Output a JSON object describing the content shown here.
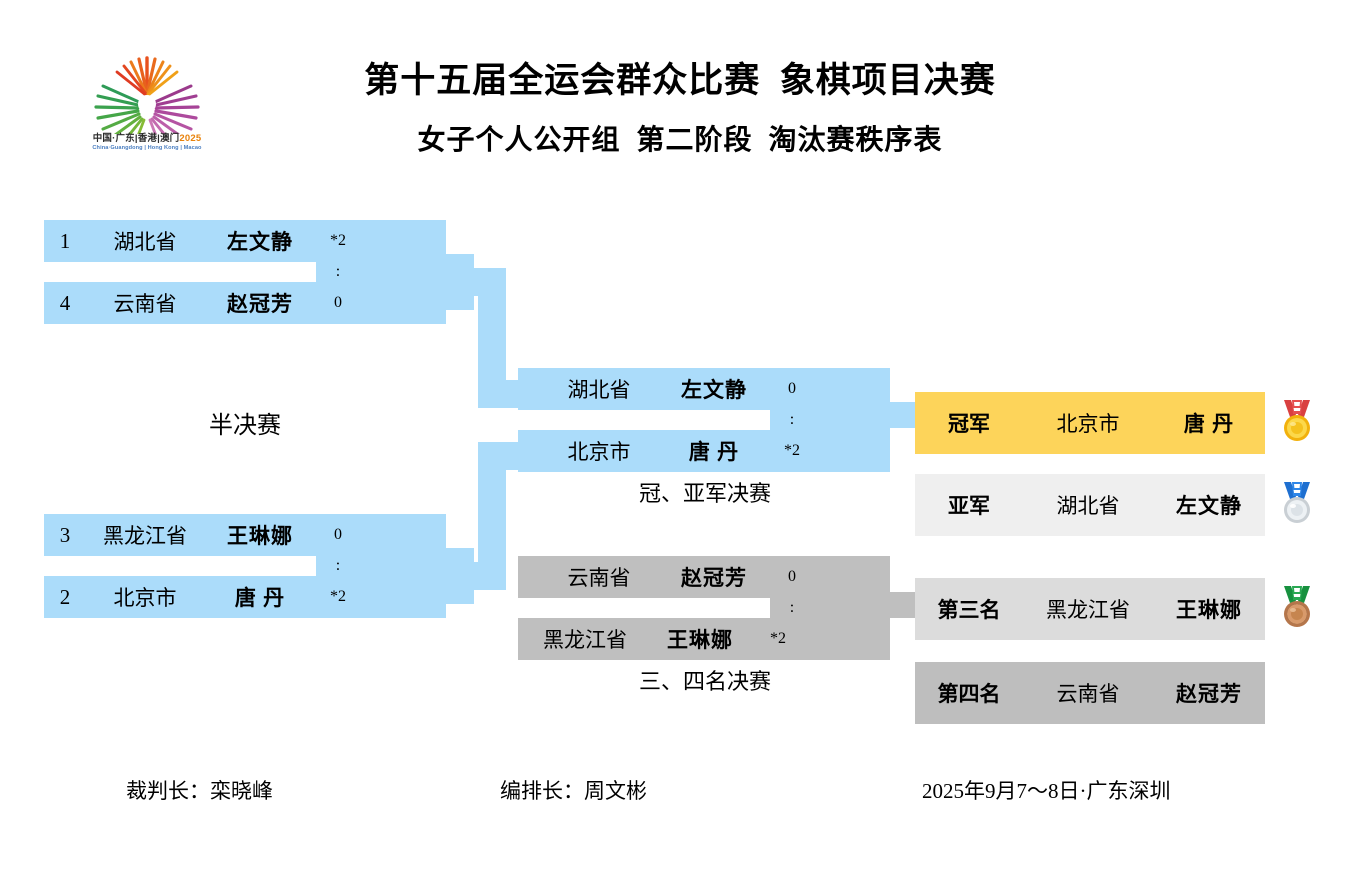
{
  "header": {
    "title_main": "第十五届全运会群众比赛  象棋项目决赛",
    "title_sub": "女子个人公开组  第二阶段  淘汰赛秩序表",
    "logo": {
      "name": "games-emblem-logo",
      "text_cn": "中国·广东|香港|澳门",
      "year": "2025",
      "text_en": "China·Guangdong | Hong Kong | Macao"
    }
  },
  "stage_labels": {
    "semifinal": "半决赛",
    "final": "冠、亚军决赛",
    "third_place": "三、四名决赛"
  },
  "semifinals": [
    {
      "top": {
        "seed": "1",
        "team": "湖北省",
        "player": "左文静",
        "score": "*2"
      },
      "bottom": {
        "seed": "4",
        "team": "云南省",
        "player": "赵冠芳",
        "score": "0"
      },
      "separator": ":"
    },
    {
      "top": {
        "seed": "3",
        "team": "黑龙江省",
        "player": "王琳娜",
        "score": "0"
      },
      "bottom": {
        "seed": "2",
        "team": "北京市",
        "player": "唐  丹",
        "score": "*2"
      },
      "separator": ":"
    }
  ],
  "final_match": {
    "top": {
      "team": "湖北省",
      "player": "左文静",
      "score": "0"
    },
    "bottom": {
      "team": "北京市",
      "player": "唐  丹",
      "score": "*2"
    },
    "separator": ":"
  },
  "third_place_match": {
    "top": {
      "team": "云南省",
      "player": "赵冠芳",
      "score": "0"
    },
    "bottom": {
      "team": "黑龙江省",
      "player": "王琳娜",
      "score": "*2"
    },
    "separator": ":"
  },
  "results": [
    {
      "rank": "冠军",
      "team": "北京市",
      "player": "唐  丹",
      "medal": "gold-medal-icon"
    },
    {
      "rank": "亚军",
      "team": "湖北省",
      "player": "左文静",
      "medal": "silver-medal-icon"
    },
    {
      "rank": "第三名",
      "team": "黑龙江省",
      "player": "王琳娜",
      "medal": "bronze-medal-icon"
    },
    {
      "rank": "第四名",
      "team": "云南省",
      "player": "赵冠芳",
      "medal": ""
    }
  ],
  "footer": {
    "chief_referee": "裁判长：栾晓峰",
    "chief_organizer": "编排长：周文彬",
    "date_venue": "2025年9月7～8日·广东深圳"
  },
  "colors": {
    "bracket_blue": "#ABDCFA",
    "neutral_gray": "#BFBFBF",
    "gold": "#FDD45A",
    "silver": "#EFEFEF",
    "bronze": "#DCDCDC",
    "fourth": "#BEBEBE"
  }
}
